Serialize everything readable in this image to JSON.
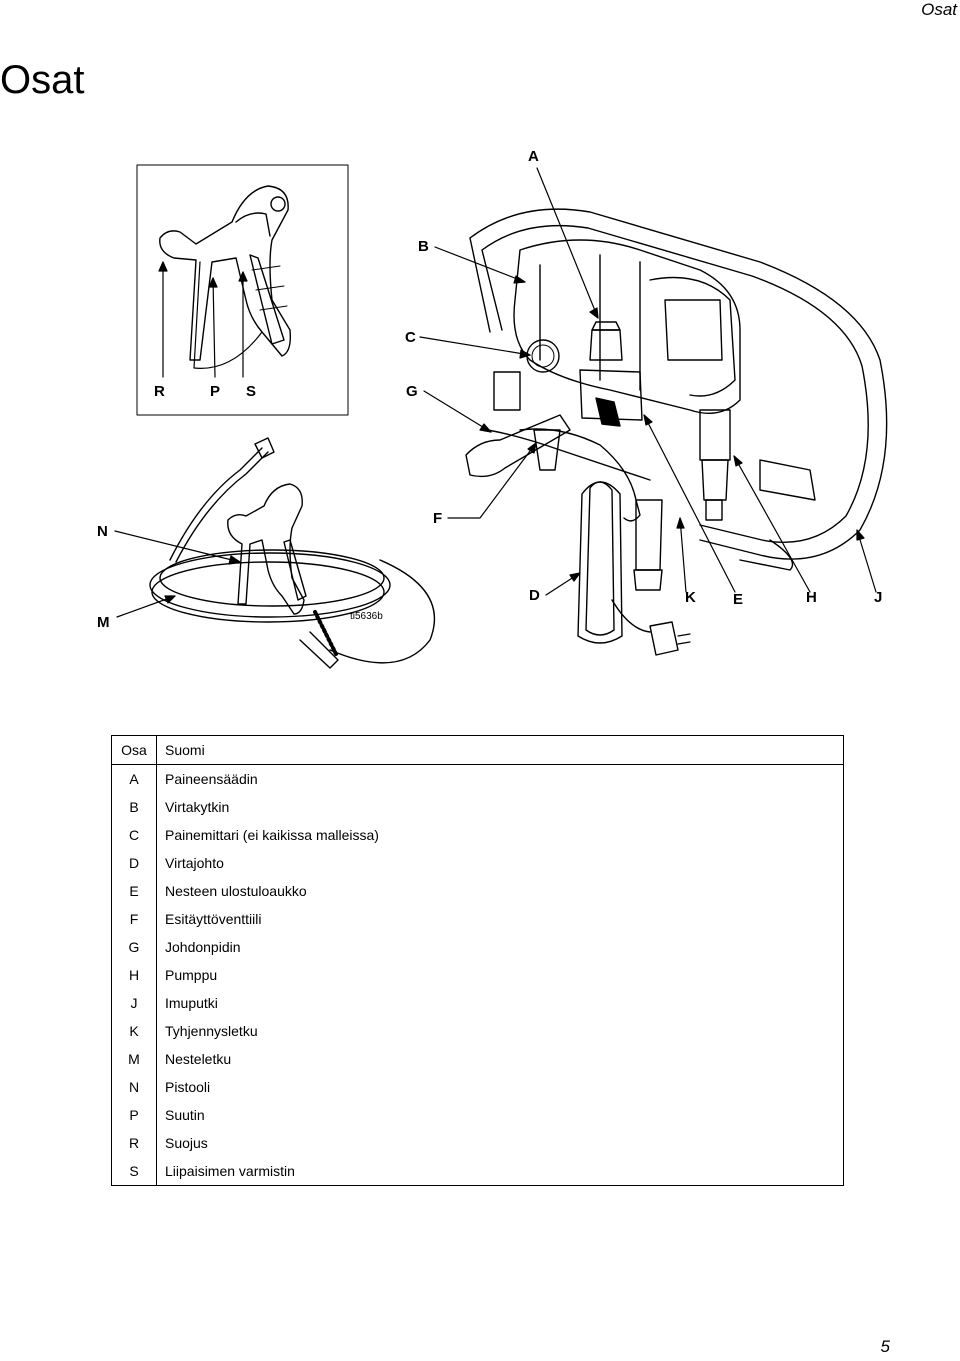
{
  "header": {
    "running_head": "Osat"
  },
  "title": "Osat",
  "figure": {
    "figure_id": "ti5636b",
    "callouts": {
      "A": "A",
      "B": "B",
      "C": "C",
      "G": "G",
      "R": "R",
      "P": "P",
      "S": "S",
      "N": "N",
      "F": "F",
      "M": "M",
      "D": "D",
      "K": "K",
      "E": "E",
      "H": "H",
      "J": "J"
    }
  },
  "parts_table": {
    "headers": {
      "osa": "Osa",
      "suomi": "Suomi"
    },
    "rows": [
      {
        "osa": "A",
        "suomi": "Paineensäädin"
      },
      {
        "osa": "B",
        "suomi": "Virtakytkin"
      },
      {
        "osa": "C",
        "suomi": "Painemittari (ei kaikissa malleissa)"
      },
      {
        "osa": "D",
        "suomi": "Virtajohto"
      },
      {
        "osa": "E",
        "suomi": "Nesteen ulostuloaukko"
      },
      {
        "osa": "F",
        "suomi": "Esitäyttöventtiili"
      },
      {
        "osa": "G",
        "suomi": "Johdonpidin"
      },
      {
        "osa": "H",
        "suomi": "Pumppu"
      },
      {
        "osa": "J",
        "suomi": "Imuputki"
      },
      {
        "osa": "K",
        "suomi": "Tyhjennysletku"
      },
      {
        "osa": "M",
        "suomi": "Nesteletku"
      },
      {
        "osa": "N",
        "suomi": "Pistooli"
      },
      {
        "osa": "P",
        "suomi": "Suutin"
      },
      {
        "osa": "R",
        "suomi": "Suojus"
      },
      {
        "osa": "S",
        "suomi": "Liipaisimen varmistin"
      }
    ]
  },
  "footer": {
    "page_number": "5"
  }
}
